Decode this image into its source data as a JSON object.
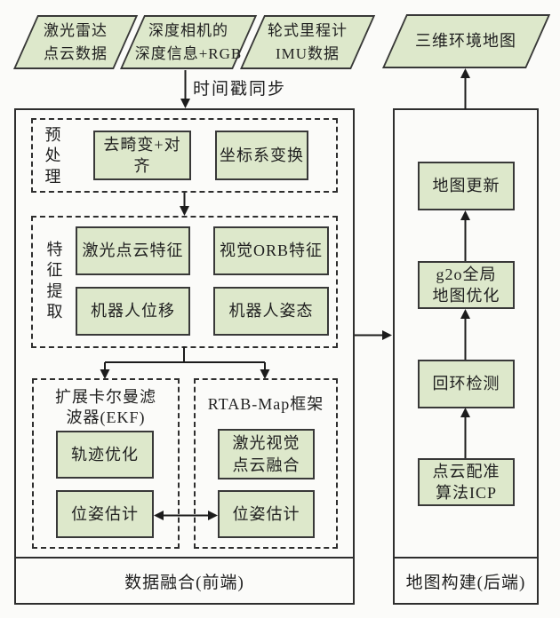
{
  "palette": {
    "node_fill": "#dde8cb",
    "node_border": "#383838",
    "background": "#fbfbf9",
    "line_color": "#1c1c1c"
  },
  "sources": {
    "lidar": "激光雷达\n点云数据",
    "depth_camera": "深度相机的\n深度信息+RGB",
    "odometry": "轮式里程计\nIMU数据"
  },
  "output_map": "三维环境地图",
  "timestamp_sync": "时间戳同步",
  "frontend": {
    "footer": "数据融合(前端)",
    "preprocessing": {
      "label": "预处理",
      "undistort": "去畸变+对齐",
      "coord_transform": "坐标系变换"
    },
    "feature_extraction": {
      "label": "特征提取",
      "lidar_features": "激光点云特征",
      "orb_features": "视觉ORB特征",
      "robot_displacement": "机器人位移",
      "robot_attitude": "机器人姿态"
    },
    "ekf": {
      "title": "扩展卡尔曼滤\n波器(EKF)",
      "trajectory_opt": "轨迹优化",
      "pose_estimate": "位姿估计"
    },
    "rtab": {
      "title": "RTAB-Map框架",
      "pointcloud_fusion": "激光视觉\n点云融合",
      "pose_estimate": "位姿估计"
    }
  },
  "backend": {
    "footer": "地图构建(后端)",
    "map_update": "地图更新",
    "g2o_optimization": "g2o全局\n地图优化",
    "loop_closure": "回环检测",
    "icp_registration": "点云配准\n算法ICP"
  }
}
